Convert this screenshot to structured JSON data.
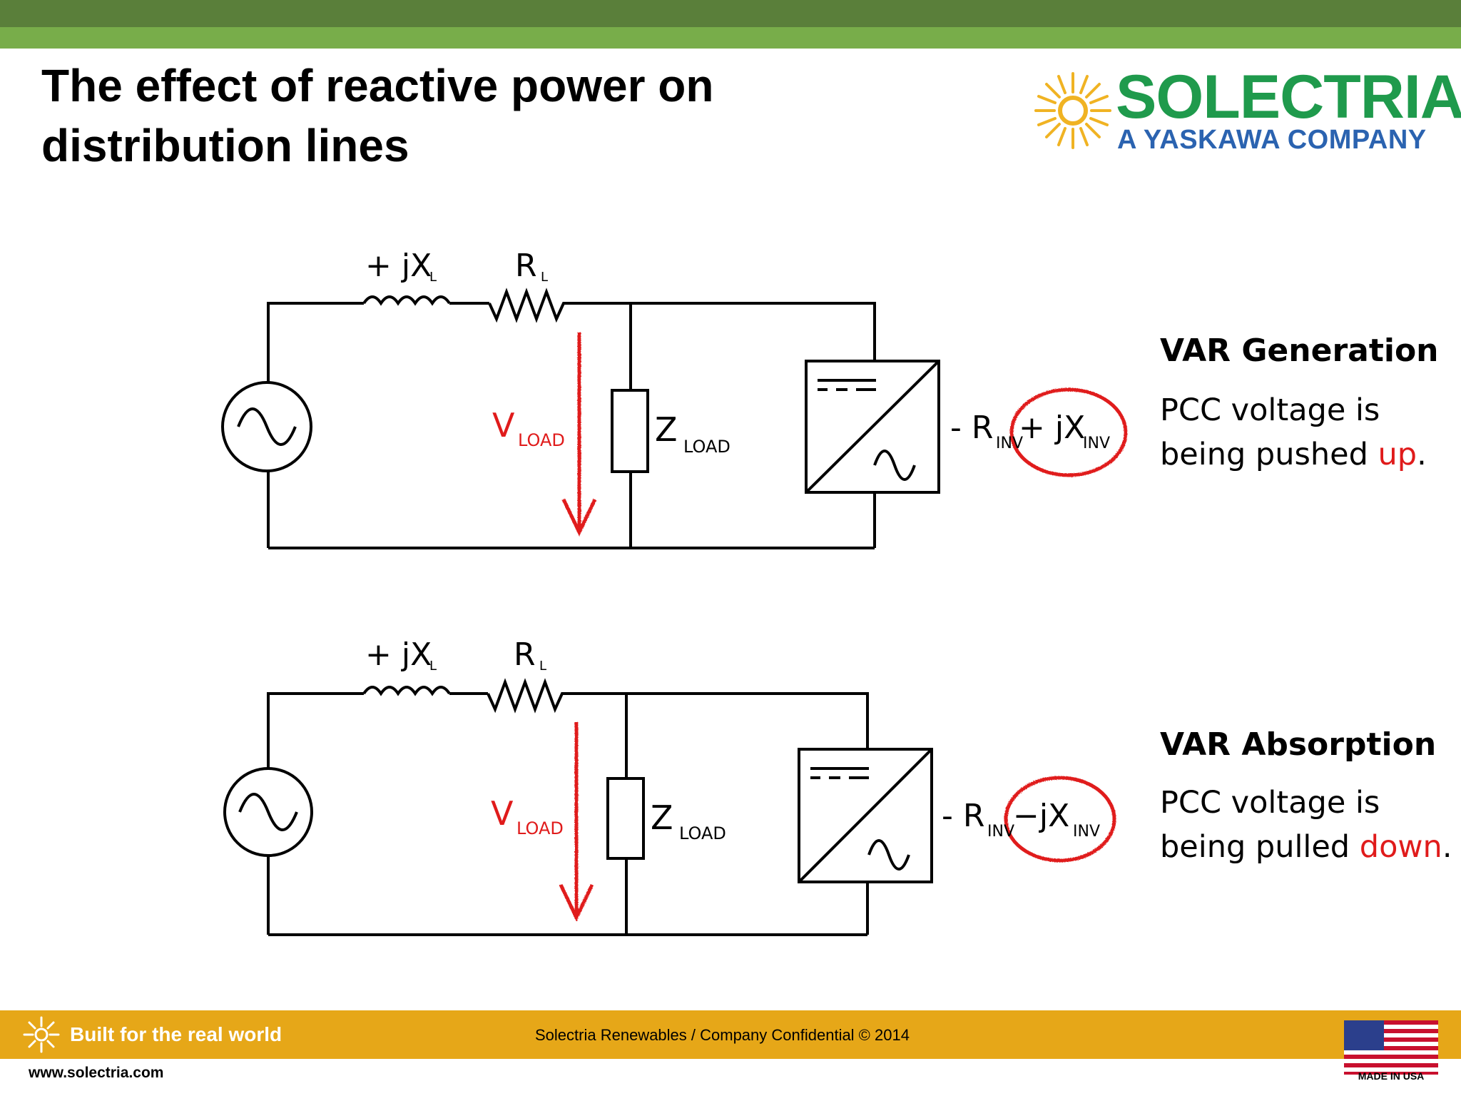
{
  "slide": {
    "title": "The effect of reactive power on distribution lines"
  },
  "logo": {
    "name": "SOLECTRIA",
    "subtitle": "A YASKAWA COMPANY",
    "icon": "sun-icon"
  },
  "circuit_top": {
    "inductor_label": "+ jX",
    "inductor_sub": "L",
    "resistor_label": "R",
    "resistor_sub": "L",
    "vload_label": "V",
    "vload_sub": "LOAD",
    "zload_label": "Z",
    "zload_sub": "LOAD",
    "inv_r_label": "- R",
    "inv_r_sub": "INV",
    "inv_x_label": "+ jX",
    "inv_x_sub": "INV"
  },
  "circuit_bottom": {
    "inductor_label": "+ jX",
    "inductor_sub": "L",
    "resistor_label": "R",
    "resistor_sub": "L",
    "vload_label": "V",
    "vload_sub": "LOAD",
    "zload_label": "Z",
    "zload_sub": "LOAD",
    "inv_r_label": "- R",
    "inv_r_sub": "INV",
    "inv_x_label": "−jX",
    "inv_x_sub": "INV"
  },
  "generation": {
    "heading": "VAR Generation",
    "text_before": "PCC voltage is being pushed ",
    "highlight": "up",
    "text_after": "."
  },
  "absorption": {
    "heading": "VAR Absorption",
    "text_before": "PCC voltage is being pulled ",
    "highlight": "down",
    "text_after": "."
  },
  "footer": {
    "tagline": "Built for the real world",
    "confidential": "Solectria Renewables / Company Confidential © 2014",
    "url": "www.solectria.com",
    "flag_caption": "MADE IN USA"
  },
  "colors": {
    "band_dark": "#5a7f3a",
    "band_light": "#78ad4a",
    "footer": "#e6a718",
    "accent_red": "#e01b1b",
    "logo_green": "#1f9a4c",
    "logo_blue": "#2b63b0"
  }
}
